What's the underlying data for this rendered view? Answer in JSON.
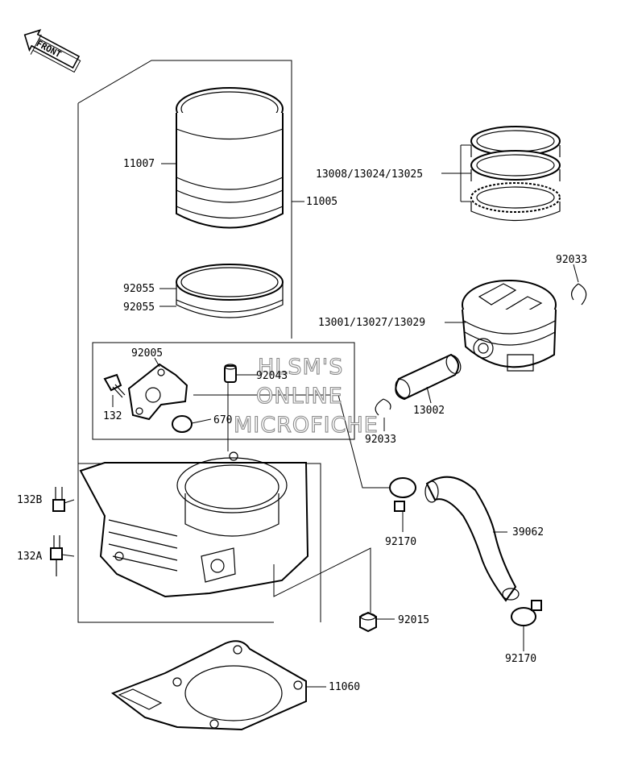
{
  "front_badge": "FRONT",
  "watermark": {
    "line1": "HLSM'S",
    "line2": "ONLINE",
    "line3": "MICROFICHE"
  },
  "callouts": {
    "c11007": "11007",
    "c11005": "11005",
    "c92055a": "92055",
    "c92055b": "92055",
    "c92005": "92005",
    "c92043": "92043",
    "c132": "132",
    "c670": "670",
    "c132b": "132B",
    "c132a": "132A",
    "c13008": "13008/13024/13025",
    "c92033a": "92033",
    "c13001": "13001/13027/13029",
    "c13002": "13002",
    "c92033b": "92033",
    "c92170a": "92170",
    "c39062": "39062",
    "c92015": "92015",
    "c92170b": "92170",
    "c11060": "11060"
  }
}
